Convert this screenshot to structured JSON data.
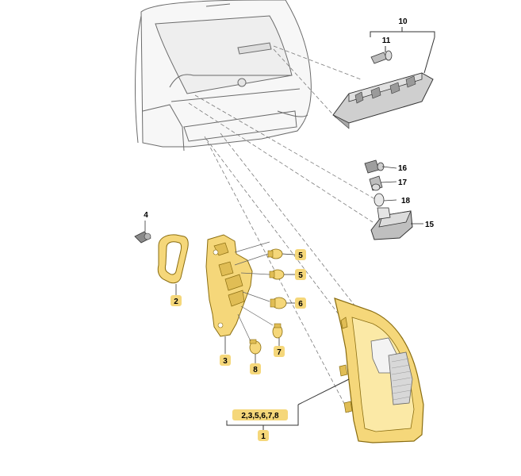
{
  "callouts": {
    "c1": "1",
    "c1_group": "2,3,5,6,7,8",
    "c2": "2",
    "c3": "3",
    "c4": "4",
    "c5a": "5",
    "c5b": "5",
    "c6": "6",
    "c7": "7",
    "c8": "8",
    "c10": "10",
    "c11": "11",
    "c15": "15",
    "c16": "16",
    "c17": "17",
    "c18": "18"
  },
  "colors": {
    "highlight": "#f5d77a",
    "highlight_stroke": "#c9a21a",
    "outline": "#4a4a4a",
    "part_gray": "#9a9a9a"
  }
}
